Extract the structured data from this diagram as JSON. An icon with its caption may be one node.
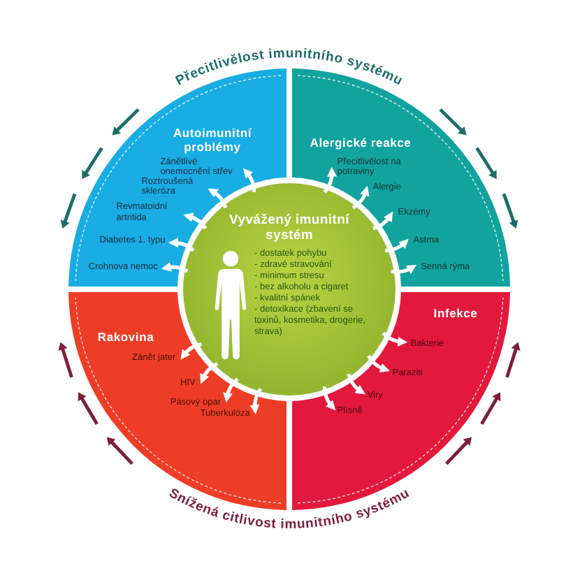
{
  "diagram": {
    "nodes": [
      {
        "text": [
          "Vyvážený imunitní systém",
          "- dostatek pohybu",
          "- zdravé stravování",
          "- minimum stresu",
          "- bez alkoholu a cigaret",
          "- kvalitní spánek",
          "- detoxikace (zbavení se toxinů, kosmetika, drogerie, strava)"
        ]
      },
      {
        "text": [
          "Autoimunitní problémy"
        ]
      },
      {
        "text": [
          "Zánětlivé onemocnění střev"
        ],
        "in": 1
      },
      {
        "text": [
          "Roztroušená skleróza"
        ],
        "in": 1
      },
      {
        "text": [
          "Revmatoidní artritida"
        ],
        "in": 1
      },
      {
        "text": [
          "Diabetes 1. typu"
        ],
        "in": 1
      },
      {
        "text": [
          "Crohnova nemoc"
        ],
        "in": 1
      },
      {
        "text": [
          "Alergické reakce"
        ]
      },
      {
        "text": [
          "Přecitlivělost na potraviny"
        ],
        "in": 7
      },
      {
        "text": [
          "Alergie"
        ],
        "in": 7
      },
      {
        "text": [
          "Ekzémy"
        ],
        "in": 7
      },
      {
        "text": [
          "Astma"
        ],
        "in": 7
      },
      {
        "text": [
          "Senná rýma"
        ],
        "in": 7
      },
      {
        "text": [
          "Rakovina"
        ]
      },
      {
        "text": [
          "Zánět jater"
        ],
        "in": 13
      },
      {
        "text": [
          "HIV"
        ],
        "in": 13
      },
      {
        "text": [
          "Pásový opar"
        ],
        "in": 13
      },
      {
        "text": [
          "Tuberkulóza"
        ],
        "in": 13
      },
      {
        "text": [
          "Infekce"
        ]
      },
      {
        "text": [
          "Bakterie"
        ],
        "in": 18
      },
      {
        "text": [
          "Paraziti"
        ],
        "in": 18
      },
      {
        "text": [
          "Viry"
        ],
        "in": 18
      },
      {
        "text": [
          "Plísně"
        ],
        "in": 18
      }
    ],
    "edges": [
      {
        "from": 0,
        "to": 2,
        "arrow": "to"
      },
      {
        "from": 0,
        "to": 3,
        "arrow": "to"
      },
      {
        "from": 0,
        "to": 4,
        "arrow": "to"
      },
      {
        "from": 0,
        "to": 5,
        "arrow": "to"
      },
      {
        "from": 0,
        "to": 6,
        "arrow": "to"
      },
      {
        "from": 0,
        "to": 8,
        "arrow": "to"
      },
      {
        "from": 0,
        "to": 9,
        "arrow": "to"
      },
      {
        "from": 0,
        "to": 10,
        "arrow": "to"
      },
      {
        "from": 0,
        "to": 11,
        "arrow": "to"
      },
      {
        "from": 0,
        "to": 12,
        "arrow": "to"
      },
      {
        "from": 0,
        "to": 14,
        "arrow": "to"
      },
      {
        "from": 0,
        "to": 15,
        "arrow": "to"
      },
      {
        "from": 0,
        "to": 16,
        "arrow": "to"
      },
      {
        "from": 0,
        "to": 17,
        "arrow": "to"
      },
      {
        "from": 0,
        "to": 19,
        "arrow": "to"
      },
      {
        "from": 0,
        "to": 20,
        "arrow": "to"
      },
      {
        "from": 0,
        "to": 21,
        "arrow": "to"
      },
      {
        "from": 0,
        "to": 22,
        "arrow": "to"
      }
    ],
    "labels": [
      "Přecitlivělost imunitního systému",
      "Snížená citlivost imunitního systému"
    ]
  }
}
